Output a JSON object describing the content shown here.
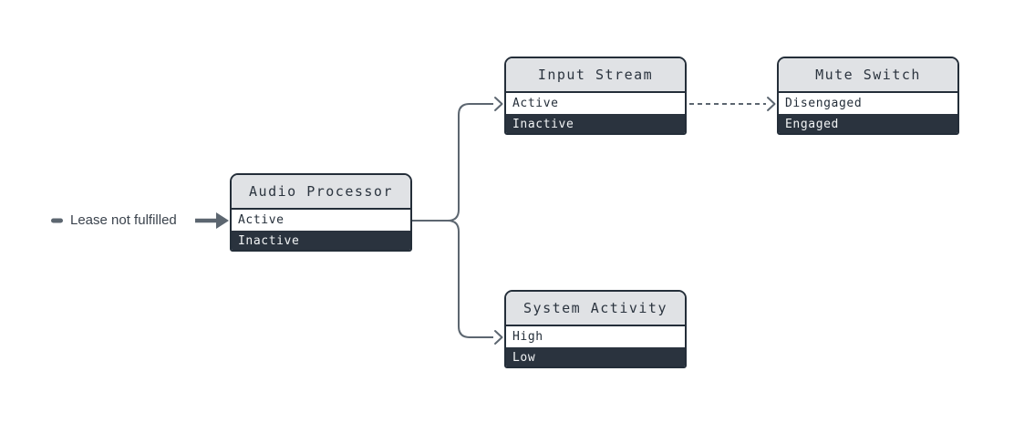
{
  "diagram": {
    "title": "audio-state-diagram",
    "legend": {
      "label": "Lease not fulfilled"
    },
    "colors": {
      "background": "#ffffff",
      "node_border": "#242e39",
      "node_header_bg": "#e0e2e5",
      "node_title_text": "#2b343f",
      "state_selected_bg": "#ffffff",
      "state_selected_text": "#242e39",
      "state_unselected_bg": "#2a333e",
      "state_unselected_text": "#f2f4f5",
      "connector": "#5c6670",
      "legend_text": "#3b434d"
    },
    "nodes": [
      {
        "id": "audio-processor",
        "title": "Audio Processor",
        "states": [
          {
            "label": "Active",
            "selected": true
          },
          {
            "label": "Inactive",
            "selected": false
          }
        ]
      },
      {
        "id": "input-stream",
        "title": "Input Stream",
        "states": [
          {
            "label": "Active",
            "selected": true
          },
          {
            "label": "Inactive",
            "selected": false
          }
        ]
      },
      {
        "id": "mute-switch",
        "title": "Mute Switch",
        "states": [
          {
            "label": "Disengaged",
            "selected": true
          },
          {
            "label": "Engaged",
            "selected": false
          }
        ]
      },
      {
        "id": "system-activity",
        "title": "System Activity",
        "states": [
          {
            "label": "High",
            "selected": true
          },
          {
            "label": "Low",
            "selected": false
          }
        ]
      }
    ],
    "connectors": [
      {
        "from": "legend",
        "to": "audio-processor.Active",
        "style": "thick-solid"
      },
      {
        "from": "audio-processor.Active",
        "to": "input-stream.Active",
        "style": "solid"
      },
      {
        "from": "audio-processor.Active",
        "to": "system-activity.High",
        "style": "solid"
      },
      {
        "from": "input-stream.Active",
        "to": "mute-switch.Disengaged",
        "style": "dashed"
      }
    ]
  }
}
